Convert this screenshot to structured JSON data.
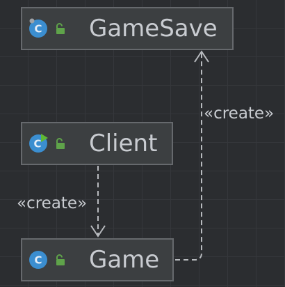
{
  "diagram": {
    "nodes": [
      {
        "id": "gamesave",
        "label": "GameSave",
        "kind": "class",
        "icon": "class-c-icon",
        "visibility": "public",
        "badge": "abstract-marker"
      },
      {
        "id": "client",
        "label": "Client",
        "kind": "class",
        "icon": "class-c-run-icon",
        "visibility": "public"
      },
      {
        "id": "game",
        "label": "Game",
        "kind": "class",
        "icon": "class-c-icon",
        "visibility": "public"
      }
    ],
    "edges": [
      {
        "from": "game",
        "to": "gamesave",
        "label": "«create»",
        "style": "dashed",
        "arrow": "open"
      },
      {
        "from": "client",
        "to": "game",
        "label": "«create»",
        "style": "dashed",
        "arrow": "open"
      }
    ]
  },
  "colors": {
    "background": "#2b2d30",
    "grid": "#35373b",
    "node_fill": "#3c3f41",
    "node_border": "#66696d",
    "text": "#c9ccd1",
    "class_icon": "#3b8ed0",
    "lock_icon": "#5fa34a",
    "run_badge": "#5fb834",
    "edge": "#b8bbbf"
  }
}
